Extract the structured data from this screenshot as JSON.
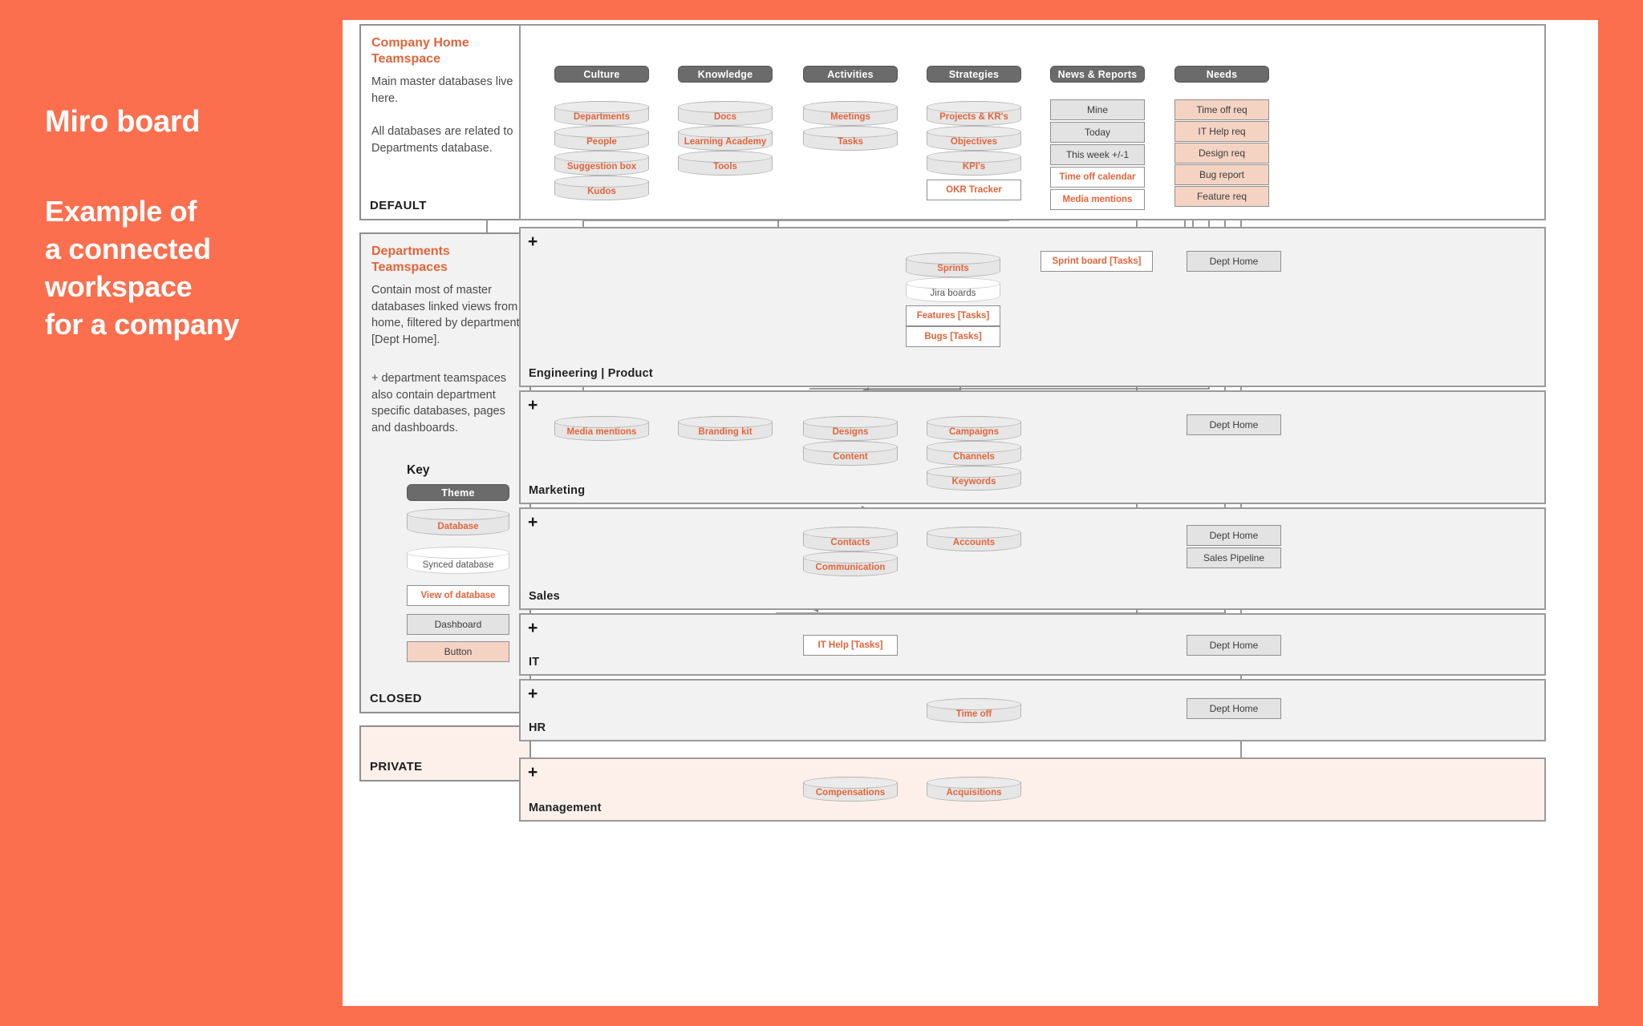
{
  "left_panel": {
    "title": "Miro board",
    "subtitle_lines": [
      "Example of",
      "a connected",
      "workspace",
      "for a company"
    ]
  },
  "colors": {
    "background": "#fb6f4e",
    "accent_orange": "#e2643a",
    "theme_gray": "#6b6b6b",
    "button_peach": "#f4d3c3",
    "panel_gray": "#f2f2f2",
    "private_pink": "#fdf0ea"
  },
  "sidebar": {
    "cards": [
      {
        "title": "Company Home\nTeamspace",
        "body": "Main master databases live here.\n\nAll databases are related to Departments database.",
        "body_p1": "Main master databases live here.",
        "body_p2": "All databases are related to Departments database.",
        "tag": "DEFAULT"
      },
      {
        "title": "Departments\nTeamspaces",
        "body_p1": "Contain most of master databases linked views from home, filtered by department [Dept Home].",
        "body_p2": "+ department teamspaces also contain department specific databases, pages and dashboards.",
        "tag": "CLOSED"
      },
      {
        "title": "",
        "body_p1": "",
        "body_p2": "",
        "tag": "PRIVATE"
      }
    ],
    "key": {
      "heading": "Key",
      "items": [
        {
          "label": "Theme",
          "type": "theme"
        },
        {
          "label": "Database",
          "type": "database"
        },
        {
          "label": "Synced database",
          "type": "synced-database"
        },
        {
          "label": "View of database",
          "type": "view-of-database"
        },
        {
          "label": "Dashboard",
          "type": "dashboard"
        },
        {
          "label": "Button",
          "type": "button"
        }
      ]
    }
  },
  "board": {
    "default_section": {
      "tag": "DEFAULT",
      "themes": [
        "Culture",
        "Knowledge",
        "Activities",
        "Strategies",
        "News & Reports",
        "Needs"
      ],
      "columns": {
        "culture": [
          "Departments",
          "People",
          "Suggestion box",
          "Kudos"
        ],
        "knowledge": [
          "Docs",
          "Learning Academy",
          "Tools"
        ],
        "activities": [
          "Meetings",
          "Tasks"
        ],
        "strategies_db": [
          "Projects & KR's",
          "Objectives",
          "KPI's"
        ],
        "strategies_view": [
          "OKR Tracker"
        ],
        "news_dashboards": [
          "Mine",
          "Today",
          "This week +/-1"
        ],
        "news_views": [
          "Time off calendar",
          "Media mentions"
        ],
        "needs_buttons": [
          "Time off req",
          "IT Help req",
          "Design req",
          "Bug report",
          "Feature req"
        ]
      }
    },
    "departments": [
      {
        "name": "Engineering | Product",
        "plus": "+",
        "databases": [
          "Sprints"
        ],
        "synced": [
          "Jira boards"
        ],
        "views": [
          "Features [Tasks]",
          "Bugs [Tasks]",
          "Sprint board [Tasks]"
        ],
        "dashboards": [
          "Dept Home"
        ]
      },
      {
        "name": "Marketing",
        "plus": "+",
        "databases": [
          "Media mentions",
          "Branding kit",
          "Designs",
          "Content",
          "Campaigns",
          "Channels",
          "Keywords"
        ],
        "dashboards": [
          "Dept Home"
        ]
      },
      {
        "name": "Sales",
        "plus": "+",
        "databases": [
          "Contacts",
          "Communication",
          "Accounts"
        ],
        "dashboards": [
          "Dept Home",
          "Sales Pipeline"
        ]
      },
      {
        "name": "IT",
        "plus": "+",
        "views": [
          "IT Help [Tasks]"
        ],
        "dashboards": [
          "Dept Home"
        ]
      },
      {
        "name": "HR",
        "plus": "+",
        "databases": [
          "Time off"
        ],
        "dashboards": [
          "Dept Home"
        ]
      },
      {
        "name": "Management",
        "plus": "+",
        "databases": [
          "Compensations",
          "Acquisitions"
        ]
      }
    ]
  }
}
